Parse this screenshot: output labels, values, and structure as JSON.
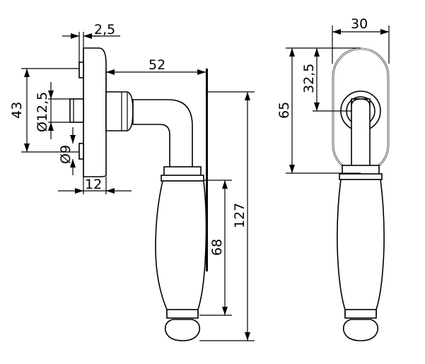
{
  "dimensions": {
    "plate_thickness": "2,5",
    "projection": "52",
    "spindle_diameter": "Ø12,5",
    "fixing_spacing": "43",
    "screw_diameter": "Ø9",
    "rose_depth": "12",
    "grip_length": "68",
    "overall_length": "127",
    "plate_width": "30",
    "plate_height": "65",
    "spindle_offset": "32,5"
  },
  "colors": {
    "line": "#000000",
    "background": "#ffffff"
  }
}
